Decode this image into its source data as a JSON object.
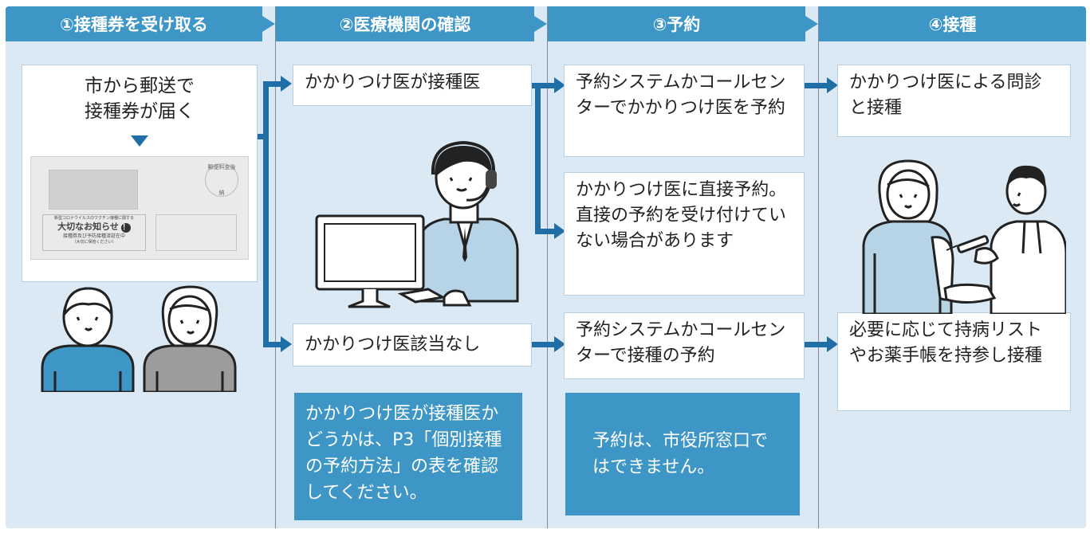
{
  "headers": [
    {
      "label": "①接種券を受け取る"
    },
    {
      "label": "②医療機関の確認"
    },
    {
      "label": "③予約"
    },
    {
      "label": "④接種"
    }
  ],
  "step1": {
    "text": "市から郵送で\n接種券が届く",
    "envelope": {
      "line1": "新型コロナウイルスのワクチン接種に関する",
      "line2": "大切なお知らせ",
      "line3": "接種券及び予防接種済証在中",
      "line4": "（大切に保管ください）",
      "badge": "！",
      "stamp": "郵便料金後納"
    }
  },
  "step2": {
    "box_yes": "かかりつけ医が接種医",
    "box_no": "かかりつけ医該当なし",
    "note": "かかりつけ医が接種医かどうかは、P3「個別接種の予約方法」の表を確認してください。"
  },
  "step3": {
    "box_a": "予約システムかコールセンターでかかりつけ医を予約",
    "box_b": "かかりつけ医に直接予約。直接の予約を受け付けていない場合があります",
    "box_c": "予約システムかコールセンターで接種の予約",
    "note": "予約は、市役所窓口ではできません。"
  },
  "step4": {
    "box_a": "かかりつけ医による問診と接種",
    "box_b": "必要に応じて持病リストやお薬手帳を持参し接種"
  },
  "colors": {
    "header": "#3d96c6",
    "panel": "#dbe9f4",
    "arrow": "#1f6fa6"
  }
}
